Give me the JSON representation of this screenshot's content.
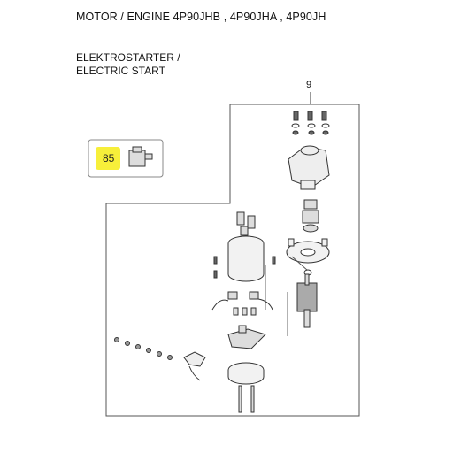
{
  "header": {
    "title": "MOTOR / ENGINE  4P90JHB , 4P90JHA , 4P90JH"
  },
  "section": {
    "line1": "ELEKTROSTARTER /",
    "line2": "ELECTRIC START"
  },
  "diagram": {
    "assembly_number": "9",
    "callout": {
      "number": "85",
      "highlight_color": "#f7ef3a"
    },
    "frame_color": "#555555",
    "part_fill": "#f2f2f2",
    "part_stroke": "#333333"
  }
}
